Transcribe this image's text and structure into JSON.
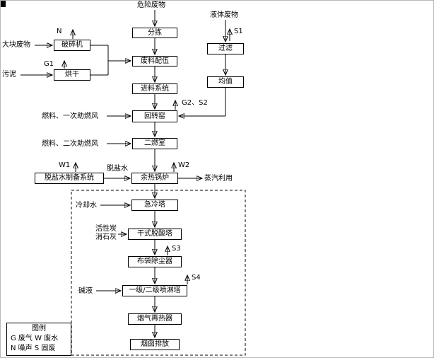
{
  "labels": {
    "hazardous_waste": "危险废物",
    "bulk_waste": "大块废物",
    "sludge": "污泥",
    "liquid_waste": "液体废物",
    "fuel_primary_air": "燃料、一次助燃风",
    "fuel_secondary_air": "燃料、二次助燃风",
    "demin_water": "脱盐水",
    "steam_use": "蒸汽利用",
    "cooling_water": "冷却水",
    "activated_carbon": "活性炭",
    "slaked_lime": "消石灰",
    "alkali": "碱液"
  },
  "nodes": {
    "crusher": "破碎机",
    "dryer": "烘干",
    "sorting": "分拣",
    "blending": "废料配伍",
    "feeding": "进料系统",
    "rotary_kiln": "回转窑",
    "secondary_chamber": "二燃室",
    "filter": "过滤",
    "homogenize": "均值",
    "demin_water_system": "脱盐水制备系统",
    "waste_heat_boiler": "余热锅炉",
    "quench_tower": "急冷塔",
    "dry_deacid_tower": "干式脱酸塔",
    "bag_filter": "布袋除尘器",
    "spray_tower": "一级/二级喷淋塔",
    "gas_reheater": "烟气再热器",
    "stack_discharge": "烟囱排放"
  },
  "emissions": {
    "n": "N",
    "g1": "G1",
    "s1": "S1",
    "g2s2": "G2、S2",
    "w1": "W1",
    "w2": "W2",
    "s3": "S3",
    "s4": "S4"
  },
  "legend": {
    "title": "图例",
    "row1": "G 废气 W 废水",
    "row2": "N 噪声 S 固废"
  }
}
